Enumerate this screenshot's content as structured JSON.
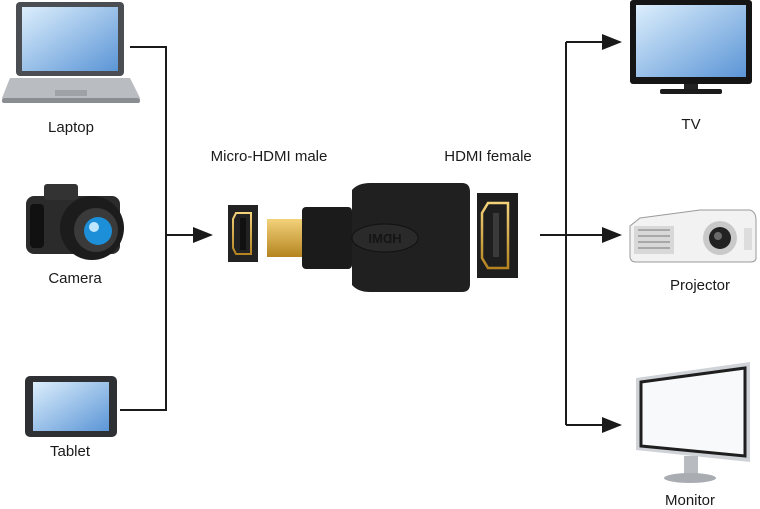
{
  "sources": [
    {
      "label": "Laptop",
      "icon": "laptop-icon"
    },
    {
      "label": "Camera",
      "icon": "camera-icon"
    },
    {
      "label": "Tablet",
      "icon": "tablet-icon"
    }
  ],
  "adapter": {
    "male_label": "Micro-HDMI male",
    "female_label": "HDMI female",
    "logo_text": "HDMI"
  },
  "targets": [
    {
      "label": "TV",
      "icon": "tv-icon"
    },
    {
      "label": "Projector",
      "icon": "projector-icon"
    },
    {
      "label": "Monitor",
      "icon": "monitor-icon"
    }
  ],
  "colors": {
    "line": "#1a1a1a",
    "gold": "#d4a63a",
    "screen": "#6ea9e0"
  }
}
